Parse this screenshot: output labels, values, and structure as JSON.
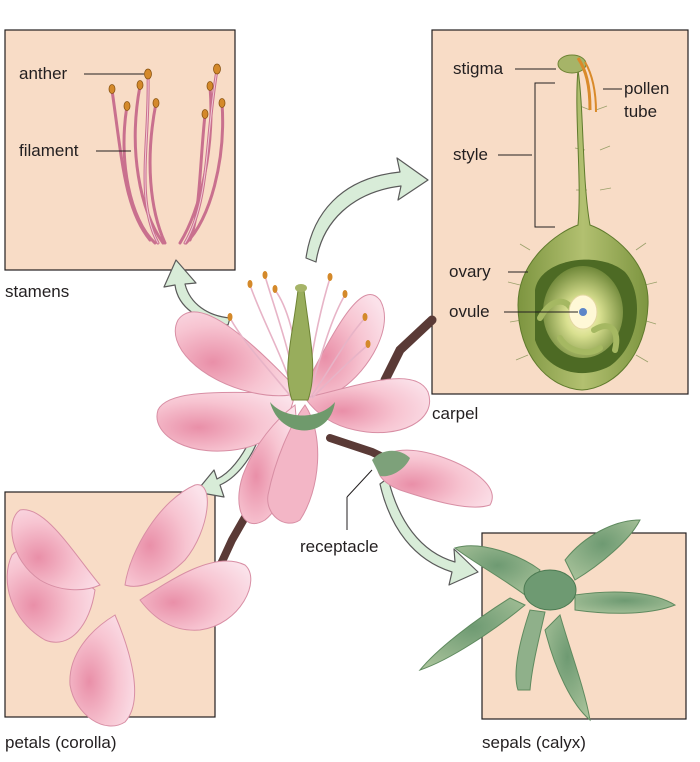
{
  "colors": {
    "panel_fill": "#f8dcc6",
    "panel_border": "#231f20",
    "petal_pink": "#f4b8c8",
    "sepal_green": "#8fb08a",
    "carpel_green": "#8ea04e",
    "arrow_fill": "#d8ecd8",
    "branch_brown": "#5a3a36",
    "anther_orange": "#d4892a"
  },
  "panels": {
    "stamens": {
      "caption": "stamens",
      "labels": {
        "anther": "anther",
        "filament": "filament"
      }
    },
    "carpel": {
      "caption": "carpel",
      "labels": {
        "stigma": "stigma",
        "pollen_tube_1": "pollen",
        "pollen_tube_2": "tube",
        "style": "style",
        "ovary": "ovary",
        "ovule": "ovule"
      }
    },
    "petals": {
      "caption": "petals (corolla)"
    },
    "sepals": {
      "caption": "sepals (calyx)"
    }
  },
  "flower": {
    "receptacle_label": "receptacle"
  }
}
